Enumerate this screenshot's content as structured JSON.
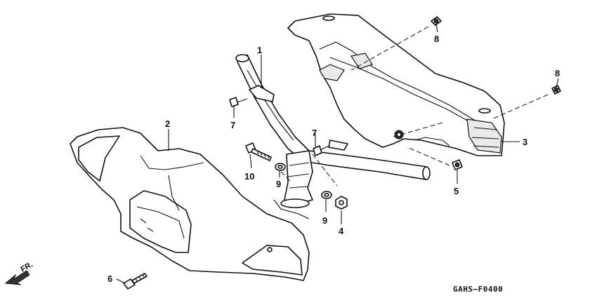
{
  "callouts": {
    "c1": "1",
    "c2": "2",
    "c3": "3",
    "c4": "4",
    "c5": "5",
    "c6": "6",
    "c7a": "7",
    "c7b": "7",
    "c8a": "8",
    "c8b": "8",
    "c9a": "9",
    "c9b": "9",
    "c10": "10"
  },
  "direction_label": "FR.",
  "diagram_code": "GAHS–F0400"
}
